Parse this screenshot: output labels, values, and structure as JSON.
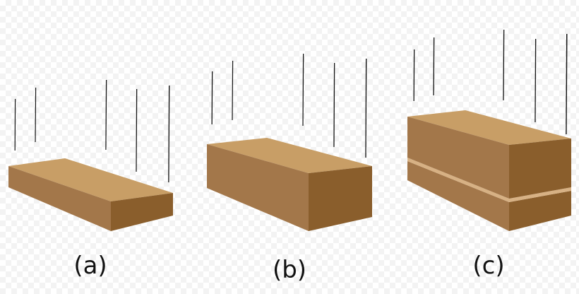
{
  "colors": {
    "top": "#c89e66",
    "front": "#a3774a",
    "side": "#8a5e2c",
    "seam": "#d7b184",
    "rain": "#111111"
  },
  "panels": [
    {
      "label": "(a)",
      "layers": 1
    },
    {
      "label": "(b)",
      "layers": 1
    },
    {
      "label": "(c)",
      "layers": 2
    }
  ]
}
